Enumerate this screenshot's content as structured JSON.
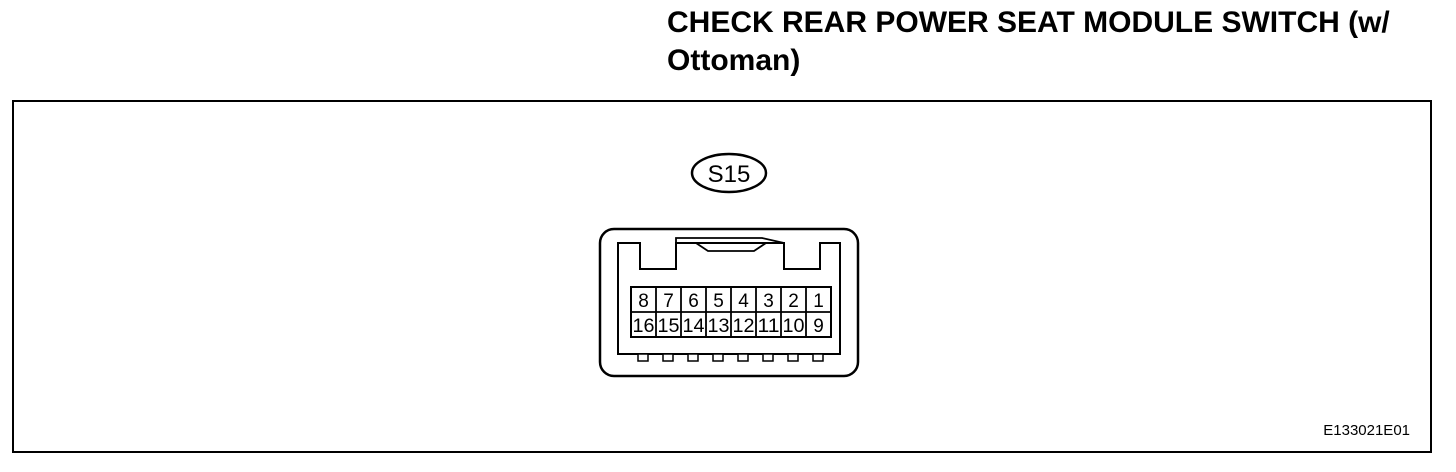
{
  "title": {
    "line1": "CHECK REAR POWER SEAT MODULE SWITCH (w/",
    "line2": "Ottoman)"
  },
  "connector": {
    "label": "S15",
    "top_row": [
      "8",
      "7",
      "6",
      "5",
      "4",
      "3",
      "2",
      "1"
    ],
    "bottom_row": [
      "16",
      "15",
      "14",
      "13",
      "12",
      "11",
      "10",
      "9"
    ]
  },
  "illustration_code": "E133021E01"
}
